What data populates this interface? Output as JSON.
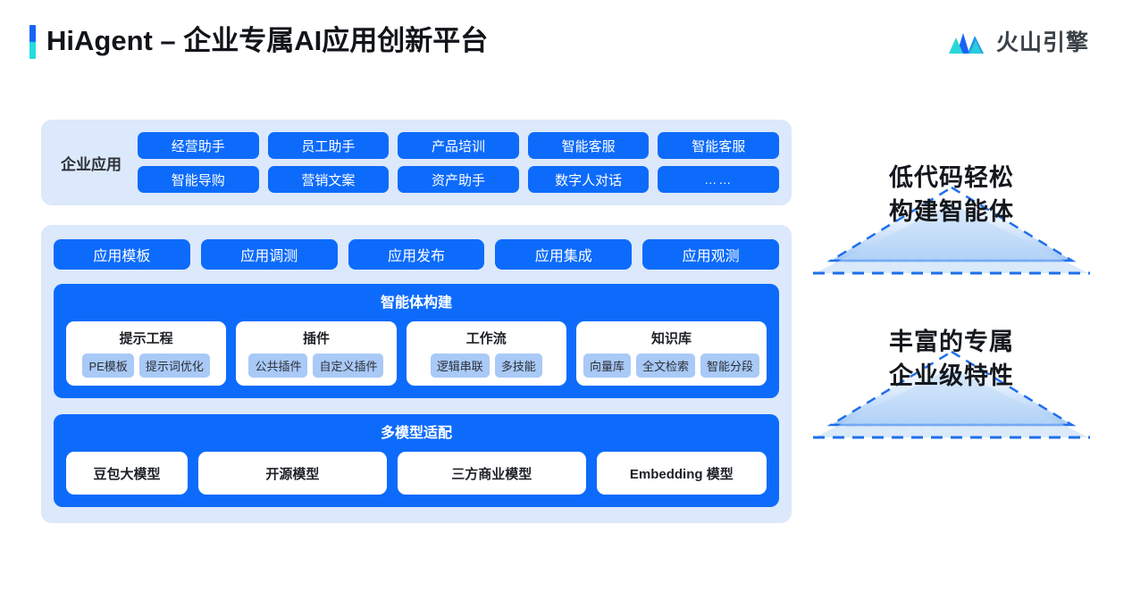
{
  "header": {
    "title": "HiAgent – 企业专属AI应用创新平台",
    "brand_name": "火山引擎",
    "brand_logo_icon": "volcano-mountain-icon",
    "accent_top_color": "#1763f5",
    "accent_bottom_color": "#23dbe0"
  },
  "colors": {
    "panel_bg": "#dce8fb",
    "primary_blue": "#0d6bfb",
    "tag_blue": "#a9c9f7",
    "card_white": "#ffffff",
    "text_dark": "#1d2126"
  },
  "apps_panel": {
    "label": "企业应用",
    "buttons": [
      "经营助手",
      "员工助手",
      "产品培训",
      "智能客服",
      "智能客服",
      "智能导购",
      "营销文案",
      "资产助手",
      "数字人对话",
      "……"
    ]
  },
  "platform_panel": {
    "lifecycle": [
      "应用模板",
      "应用调测",
      "应用发布",
      "应用集成",
      "应用观测"
    ],
    "agent_build": {
      "title": "智能体构建",
      "cards": [
        {
          "title": "提示工程",
          "tags": [
            "PE模板",
            "提示词优化"
          ]
        },
        {
          "title": "插件",
          "tags": [
            "公共插件",
            "自定义插件"
          ]
        },
        {
          "title": "工作流",
          "tags": [
            "逻辑串联",
            "多技能"
          ]
        },
        {
          "title": "知识库",
          "tags": [
            "向量库",
            "全文检索",
            "智能分段"
          ]
        }
      ]
    },
    "model_adaptation": {
      "title": "多模型适配",
      "models": [
        "豆包大模型",
        "开源模型",
        "三方商业模型",
        "Embedding 模型"
      ]
    }
  },
  "annotations": [
    {
      "line1": "低代码轻松",
      "line2": "构建智能体",
      "shape": "dashed-triangle"
    },
    {
      "line1": "丰富的专属",
      "line2": "企业级特性",
      "shape": "dashed-triangle"
    }
  ]
}
